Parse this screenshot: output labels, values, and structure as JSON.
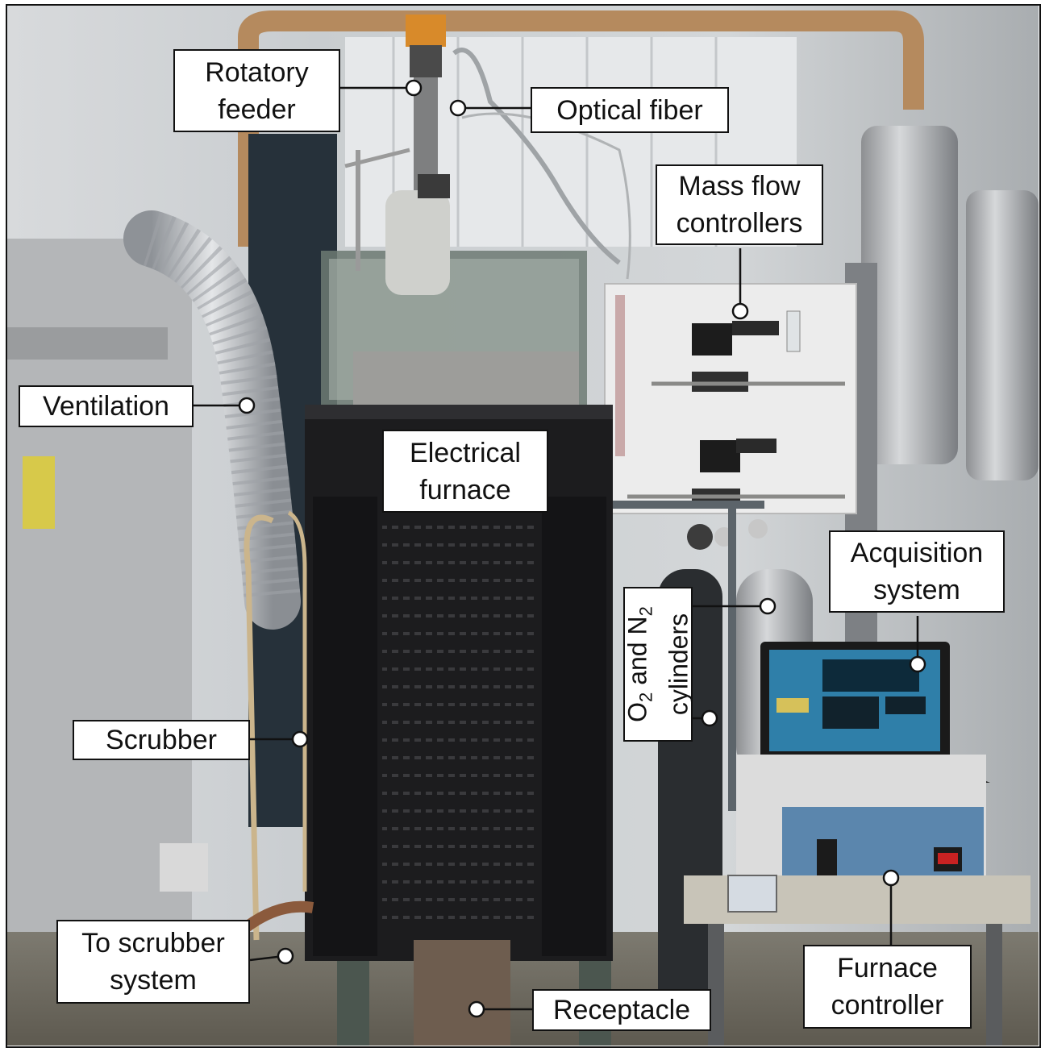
{
  "labels": {
    "rotatory_feeder": [
      "Rotatory",
      "feeder"
    ],
    "optical_fiber": "Optical fiber",
    "mass_flow_controllers": [
      "Mass flow",
      "controllers"
    ],
    "ventilation": "Ventilation",
    "electrical_furnace": [
      "Electrical",
      "furnace"
    ],
    "acquisition_system": [
      "Acquisition",
      "system"
    ],
    "cylinders": {
      "line1_a": "O",
      "line1_sub1": "2",
      "line1_b": " and N",
      "line1_sub2": "2",
      "line2": "cylinders"
    },
    "scrubber": "Scrubber",
    "to_scrubber_system": [
      "To scrubber",
      "system"
    ],
    "receptacle": "Receptacle",
    "furnace_controller": [
      "Furnace",
      "controller"
    ]
  },
  "colors": {
    "furnace_body": "#1c1c1e",
    "controller_blue": "#5b86ad",
    "panel_white": "#ececec",
    "pipe_copper": "#b58a5e",
    "background_wall": "#bfc4c8"
  }
}
